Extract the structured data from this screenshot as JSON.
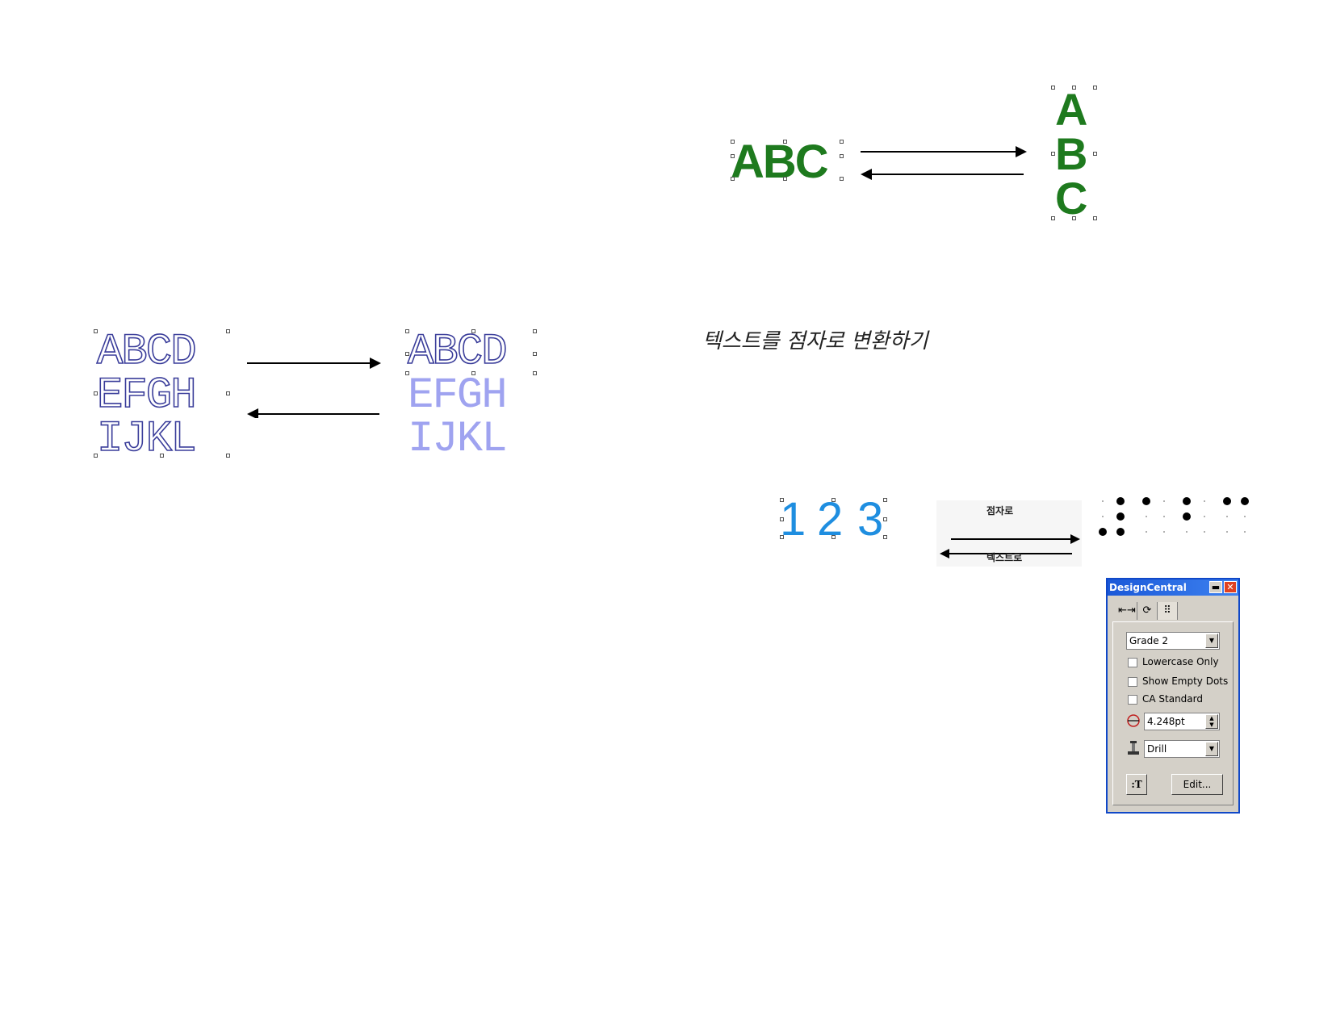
{
  "top_example": {
    "horizontal_text": "ABC",
    "vertical_letters": [
      "A",
      "B",
      "C"
    ]
  },
  "left_example": {
    "lines": [
      "ABCD",
      "EFGH",
      "IJKL"
    ]
  },
  "caption": "텍스트를 점자로 변환하기",
  "braille_example": {
    "digits": [
      "1",
      "2",
      "3"
    ],
    "to_braille_label": "점자로",
    "to_text_label": "텍스트로"
  },
  "dialog": {
    "title": "DesignCentral",
    "tabs": [
      "⇤⇥",
      "⟳",
      "⠿"
    ],
    "grade_value": "Grade 2",
    "checkboxes": [
      "Lowercase Only",
      "Show Empty Dots",
      "CA Standard"
    ],
    "size_value": "4.248pt",
    "tool_value": "Drill",
    "edit_label": "Edit...",
    "text_icon_label": ":T"
  },
  "colors": {
    "green": "#1e7a1e",
    "dark_blue": "#3a3d9a",
    "light_blue": "#9fa3f0",
    "cyan": "#1f8ee0"
  }
}
